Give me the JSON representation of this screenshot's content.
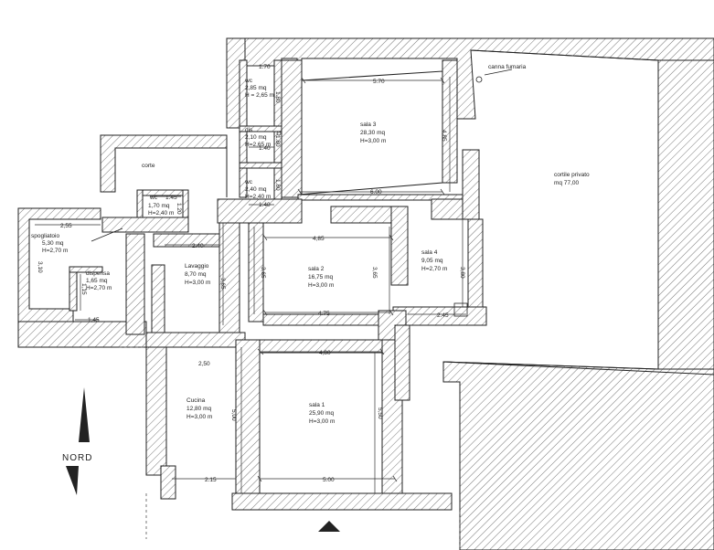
{
  "rooms": {
    "sala3": {
      "name": "sala 3",
      "area": "28,30 mq",
      "height": "H=3,00 m"
    },
    "sala2": {
      "name": "sala 2",
      "area": "16,75 mq",
      "height": "H=3,00 m"
    },
    "sala1": {
      "name": "sala 1",
      "area": "25,90 mq",
      "height": "H=3,00 m"
    },
    "sala4": {
      "name": "sala 4",
      "area": "9,05 mq",
      "height": "H=2,70 m"
    },
    "cucina": {
      "name": "Cucina",
      "area": "12,80 mq",
      "height": "H=3,00 m"
    },
    "lavaggio": {
      "name": "Lavaggio",
      "area": "8,70 mq",
      "height": "H=3,00 m"
    },
    "spogliatoio": {
      "name": "spogliatoio",
      "area": "5,30 mq",
      "height": "H=2,70 m"
    },
    "dispensa": {
      "name": "dispensa",
      "area": "1,65 mq",
      "height": "H=2,70 m"
    },
    "wc_top": {
      "name": "wc",
      "area": "2,85 mq",
      "height": "H = 2,65 m"
    },
    "dis": {
      "name": "dis",
      "area": "2,10 mq",
      "height": "H=2,65 m"
    },
    "wc_mid": {
      "name": "wc",
      "area": "2,40 mq",
      "height": "H=2,40 m"
    },
    "wc_small": {
      "name": "wc",
      "area": "1,70 mq",
      "height": "H=2,40 m"
    },
    "corte": {
      "name": "corte"
    },
    "cortile": {
      "name": "cortile privato",
      "area": "mq 77,00"
    }
  },
  "annotations": {
    "canna": "canna fumaria",
    "nord": "NORD"
  },
  "dims": {
    "d570": "5.70",
    "d600": "6.00",
    "d170": "1.70",
    "d140a": "1.40",
    "d140b": "1.40",
    "d180a": "1.80",
    "d180b": "1.80",
    "d180c": "1.80",
    "d145": "1.45",
    "d120": "1.20",
    "d255": "2,55",
    "d310": "3,10",
    "d115": "1,15",
    "d145b": "1,45",
    "d240": "2.40",
    "d485": "4,85",
    "d475": "4.75",
    "d245": "2.45",
    "d480": "4,80",
    "d500": "5.00",
    "d215": "2.15",
    "d250": "2,50",
    "d550": "5.50",
    "d550b": "5,50",
    "d500v": "5,00",
    "d365a": "3,65",
    "d365b": "3,65",
    "d365c": "3,65",
    "d485v": "4,85",
    "d380": "3,80"
  }
}
